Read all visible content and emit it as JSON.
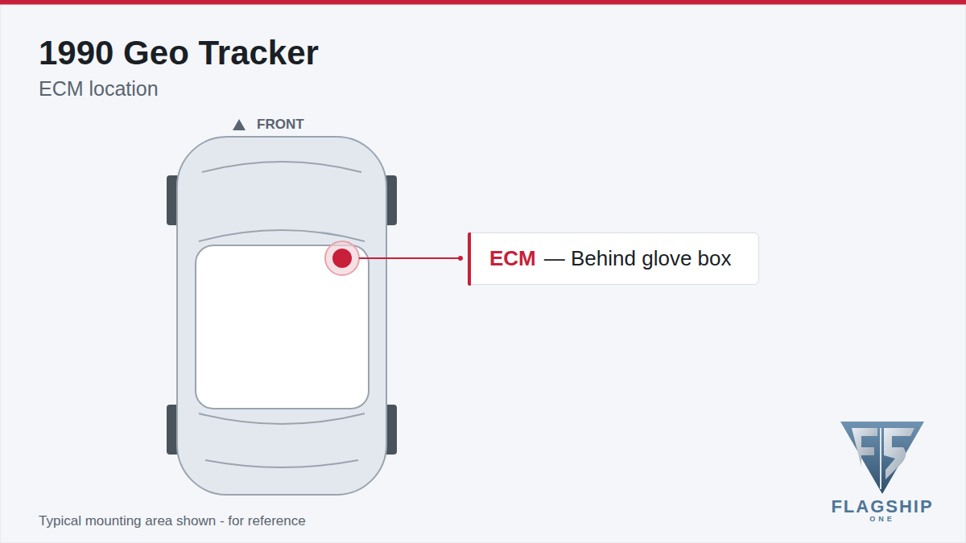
{
  "diagram": {
    "title": "1990 Geo Tracker",
    "caption": "Typical mounting area shown - for reference",
    "nodes": [
      {
        "text": [
          "ECM",
          "— Behind glove box"
        ]
      }
    ],
    "labels": [
      "ECM location",
      "FRONT",
      "FLAGSHIP",
      "ONE"
    ]
  }
}
